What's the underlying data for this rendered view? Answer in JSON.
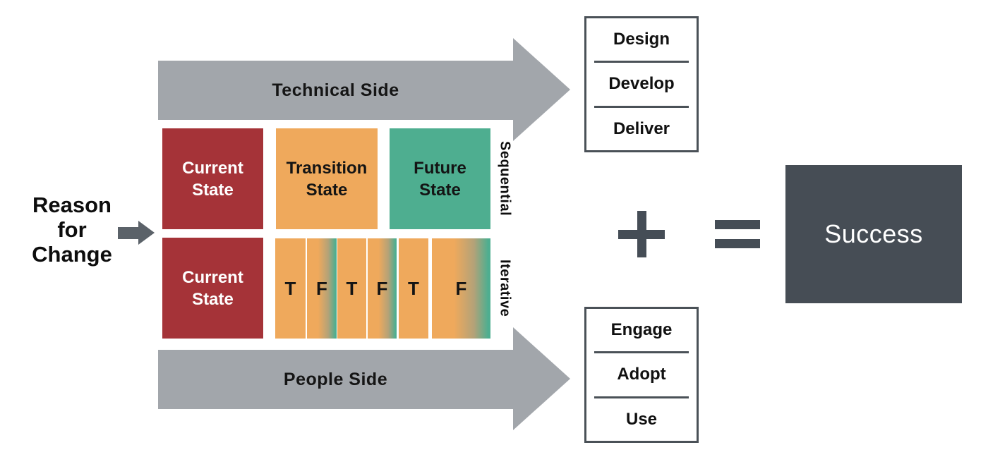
{
  "colors": {
    "red": "#a53338",
    "orange": "#efa95c",
    "teal": "#4eae90",
    "arrow_gray": "#a2a6ab",
    "dark_slate": "#464d55",
    "border_gray": "#4a5157",
    "small_arrow_gray": "#5b6269",
    "text_black": "#0d0d0d",
    "text_white": "#ffffff"
  },
  "reason": {
    "lines": [
      "Reason",
      "for",
      "Change"
    ]
  },
  "arrows": {
    "technical_label": "Technical Side",
    "people_label": "People Side"
  },
  "sequential_row": {
    "side_label": "Sequential",
    "boxes": [
      {
        "label": "Current State",
        "color": "red"
      },
      {
        "label": "Transition State",
        "color": "orange"
      },
      {
        "label": "Future State",
        "color": "teal"
      }
    ]
  },
  "iterative_row": {
    "side_label": "Iterative",
    "box": {
      "label": "Current State",
      "color": "red"
    },
    "cells": [
      "T",
      "F",
      "T",
      "F",
      "T",
      "F"
    ]
  },
  "technical_outcomes": [
    "Design",
    "Develop",
    "Deliver"
  ],
  "people_outcomes": [
    "Engage",
    "Adopt",
    "Use"
  ],
  "equation": {
    "plus": "+",
    "equals": "=",
    "result": "Success"
  }
}
